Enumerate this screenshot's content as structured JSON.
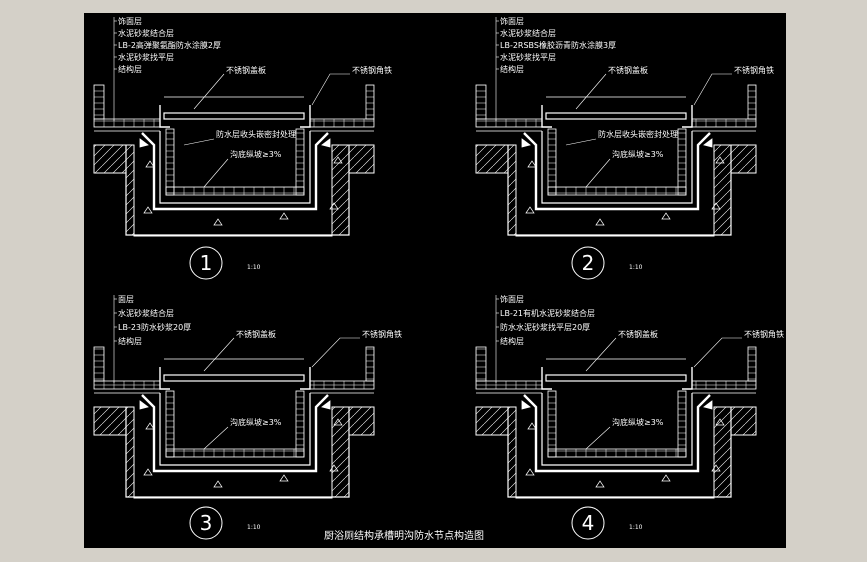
{
  "title": "厨浴厕结构承槽明沟防水节点构造图",
  "details": [
    {
      "number": "1",
      "scale": "1:10",
      "layers": [
        "饰面层",
        "水泥砂浆结合层",
        "LB-2高弹聚氨酯防水涂膜2厚",
        "水泥砂浆找平层",
        "结构层"
      ],
      "cover": "不锈钢盖板",
      "angle": "不锈钢角铁",
      "seal": "防水层收头嵌密封处理",
      "slope": "沟底纵坡≥3%"
    },
    {
      "number": "2",
      "scale": "1:10",
      "layers": [
        "饰面层",
        "水泥砂浆结合层",
        "LB-2RSBS橡胶沥青防水涂膜3厚",
        "水泥砂浆找平层",
        "结构层"
      ],
      "cover": "不锈钢盖板",
      "angle": "不锈钢角铁",
      "seal": "防水层收头嵌密封处理",
      "slope": "沟底纵坡≥3%"
    },
    {
      "number": "3",
      "scale": "1:10",
      "layers": [
        "面层",
        "水泥砂浆结合层",
        "LB-23防水砂浆20厚",
        "结构层"
      ],
      "cover": "不锈钢盖板",
      "angle": "不锈钢角铁",
      "slope": "沟底纵坡≥3%"
    },
    {
      "number": "4",
      "scale": "1:10",
      "layers": [
        "饰面层",
        "LB-21有机水泥砂浆结合层",
        "防水水泥砂浆找平层20厚",
        "结构层"
      ],
      "cover": "不锈钢盖板",
      "angle": "不锈钢角铁",
      "slope": "沟底纵坡≥3%"
    }
  ]
}
